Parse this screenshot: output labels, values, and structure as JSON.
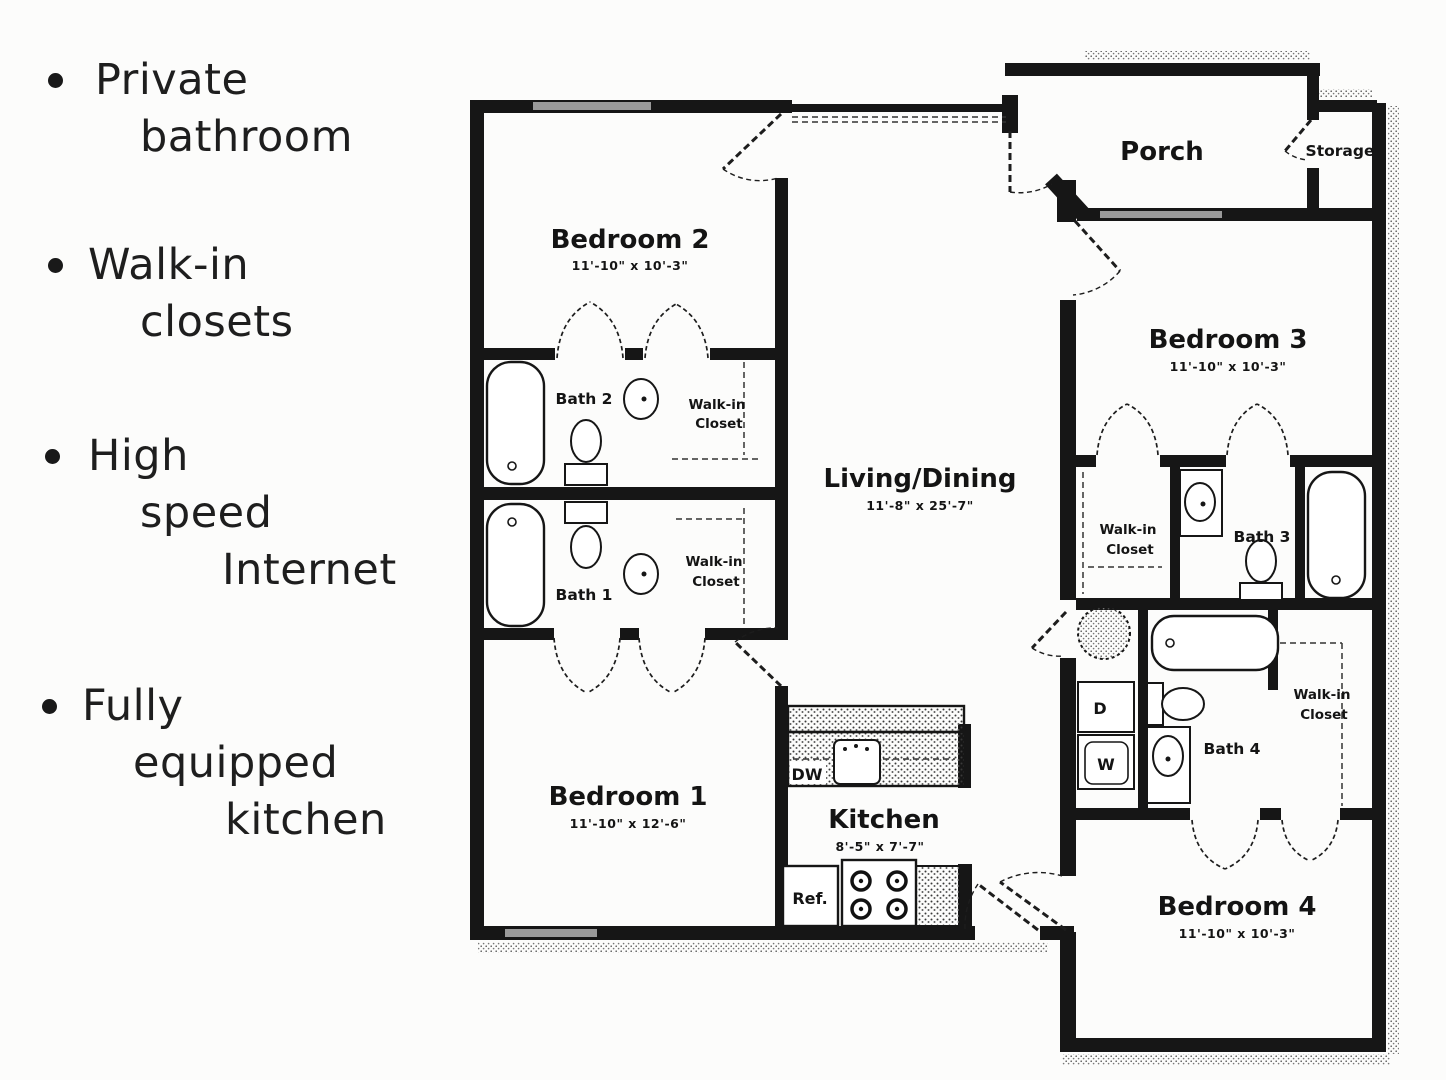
{
  "features": {
    "items": [
      {
        "lines": [
          "Private",
          "bathroom"
        ]
      },
      {
        "lines": [
          "Walk-in",
          "closets"
        ]
      },
      {
        "lines": [
          "High",
          "speed",
          "Internet"
        ]
      },
      {
        "lines": [
          "Fully",
          "equipped",
          "kitchen"
        ]
      }
    ]
  },
  "plan": {
    "rooms": {
      "bedroom2": {
        "name": "Bedroom 2",
        "dims": "11'-10\" x 10'-3\""
      },
      "bedroom3": {
        "name": "Bedroom 3",
        "dims": "11'-10\" x 10'-3\""
      },
      "bedroom1": {
        "name": "Bedroom 1",
        "dims": "11'-10\" x 12'-6\""
      },
      "bedroom4": {
        "name": "Bedroom 4",
        "dims": "11'-10\" x 10'-3\""
      },
      "living": {
        "name": "Living/Dining",
        "dims": "11'-8\" x 25'-7\""
      },
      "kitchen": {
        "name": "Kitchen",
        "dims": "8'-5\" x 7'-7\""
      },
      "bath1": {
        "name": "Bath 1"
      },
      "bath2": {
        "name": "Bath 2"
      },
      "bath3": {
        "name": "Bath 3"
      },
      "bath4": {
        "name": "Bath 4"
      },
      "porch": {
        "name": "Porch"
      },
      "storage": {
        "name": "Storage"
      }
    },
    "closet_label": {
      "line1": "Walk-in",
      "line2": "Closet"
    },
    "appliances": {
      "dishwasher": "DW",
      "refrigerator": "Ref.",
      "dryer": "D",
      "washer": "W"
    }
  }
}
